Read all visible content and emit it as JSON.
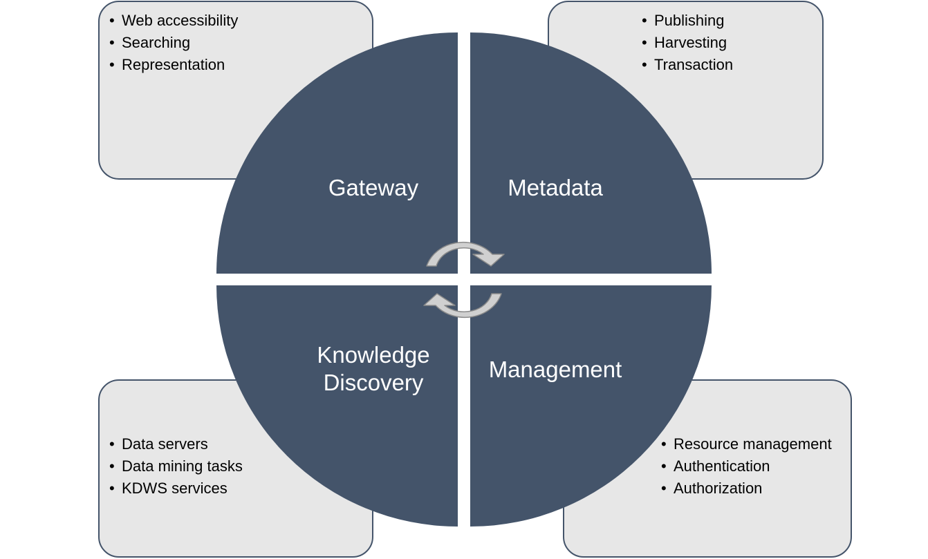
{
  "colors": {
    "quadrant_fill": "#44546a",
    "box_fill": "#e7e7e7",
    "box_border": "#44546a",
    "arrow_fill": "#d0d0d0",
    "arrow_stroke": "#8a8a8a"
  },
  "quadrants": {
    "gateway": {
      "label": "Gateway"
    },
    "metadata": {
      "label": "Metadata"
    },
    "knowledge_discovery": {
      "line1": "Knowledge",
      "line2": "Discovery"
    },
    "management": {
      "label": "Management"
    }
  },
  "boxes": {
    "top_left": {
      "items": [
        "Web accessibility",
        "Searching",
        "Representation"
      ]
    },
    "top_right": {
      "items": [
        "Publishing",
        "Harvesting",
        "Transaction"
      ]
    },
    "bottom_left": {
      "items": [
        "Data servers",
        "Data mining tasks",
        "KDWS services"
      ]
    },
    "bottom_right": {
      "items": [
        "Resource management",
        "Authentication",
        "Authorization"
      ]
    }
  },
  "icons": {
    "cycle_top": "clockwise-arrow-icon",
    "cycle_bottom": "clockwise-arrow-icon"
  }
}
